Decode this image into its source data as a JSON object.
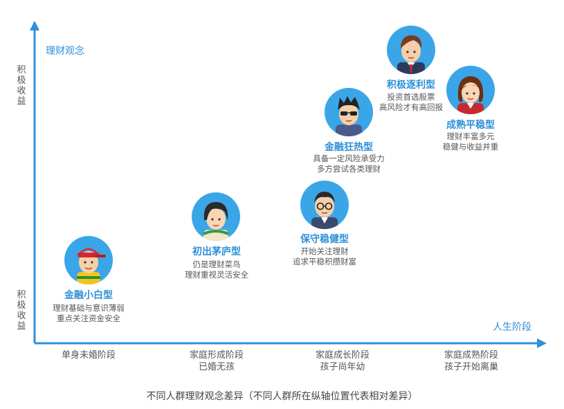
{
  "axes": {
    "y_title": "理财观念",
    "x_title": "人生阶段",
    "y_top_label": [
      "积",
      "极",
      "收",
      "益"
    ],
    "y_bottom_label": [
      "积",
      "极",
      "收",
      "益"
    ]
  },
  "stages": [
    {
      "line1": "单身未婚阶段",
      "line2": ""
    },
    {
      "line1": "家庭形成阶段",
      "line2": "已婚无孩"
    },
    {
      "line1": "家庭成长阶段",
      "line2": "孩子尚年幼"
    },
    {
      "line1": "家庭成熟阶段",
      "line2": "孩子开始离巢"
    }
  ],
  "personas": [
    {
      "title": "金融小白型",
      "desc1": "理财基础与意识薄弱",
      "desc2": "重点关注资金安全",
      "avatar": "red-cap-boy-avatar"
    },
    {
      "title": "初出茅庐型",
      "desc1": "仍是理财菜鸟",
      "desc2": "理财重视灵活安全",
      "avatar": "young-woman-avatar"
    },
    {
      "title": "保守稳健型",
      "desc1": "开始关注理财",
      "desc2": "追求平稳积攒财富",
      "avatar": "glasses-man-avatar"
    },
    {
      "title": "金融狂热型",
      "desc1": "具备一定风险承受力",
      "desc2": "多方尝试各类理财",
      "avatar": "sunglasses-man-avatar"
    },
    {
      "title": "积极逐利型",
      "desc1": "投资首选股票",
      "desc2": "高风险才有高回报",
      "avatar": "suit-man-avatar"
    },
    {
      "title": "成熟平稳型",
      "desc1": "理财丰富多元",
      "desc2": "稳健与收益并重",
      "avatar": "mature-woman-avatar"
    }
  ],
  "caption": "不同人群理财观念差异（不同人群所在纵轴位置代表相对差异）",
  "colors": {
    "accent": "#2f8fd8",
    "axis": "#2f8fd8",
    "avatar_bg": "#3aa6e8"
  }
}
